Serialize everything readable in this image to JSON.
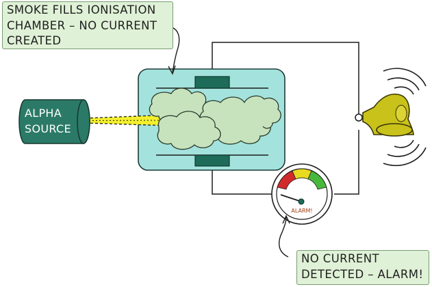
{
  "diagram": {
    "top_note": {
      "lines": [
        "SMOKE FILLS IONISATION",
        "CHAMBER – NO CURRENT",
        "CREATED"
      ]
    },
    "bottom_note": {
      "lines": [
        "NO CURRENT",
        "DETECTED – ALARM!"
      ]
    },
    "source_label": {
      "lines": [
        "ALPHA",
        "SOURCE"
      ]
    },
    "meter_label": "ALARM!",
    "colors": {
      "note_fill": "#dff1d6",
      "note_border": "#7a9b73",
      "chamber_fill": "#a4e3dd",
      "plate_fill": "#1d6b58",
      "source_fill": "#2b7a67",
      "smoke_fill": "#c7e3bd",
      "beam": "#f3ef2e",
      "bell_fill": "#c9c21a",
      "meter_red": "#d22a2a",
      "meter_yellow": "#e8da20",
      "meter_green": "#48b83c"
    },
    "icons": [
      "bell-icon",
      "sound-waves-icon",
      "alarm-meter-icon",
      "smoke-cloud-icon"
    ]
  }
}
